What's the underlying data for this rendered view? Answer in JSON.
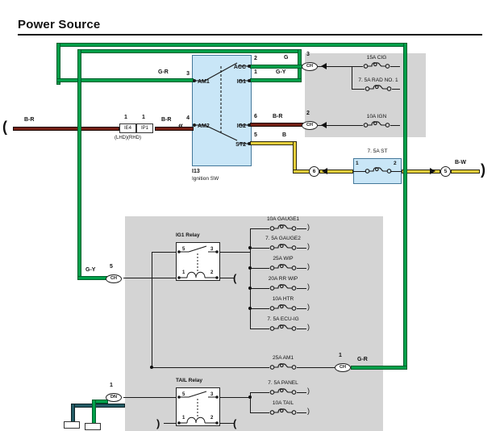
{
  "title": "Power Source",
  "colors": {
    "wire_green": "#00A04A",
    "wire_maroon": "#752015",
    "wire_yellow": "#E6CE3C",
    "wire_teal": "#255C66",
    "box_gray": "#D4D4D4",
    "box_blue": "#C9E6F7"
  },
  "ignition_switch": {
    "id": "I13",
    "name": "Ignition SW",
    "acc": "ACC",
    "ig1": "IG1",
    "ig2": "IG2",
    "st2": "ST2",
    "am1": "AM1",
    "am2": "AM2",
    "pin_acc": "2",
    "pin_ig1": "1",
    "pin_ig2": "6",
    "pin_st2": "5",
    "pin_am1": "3",
    "pin_am2": "4"
  },
  "wire_labels": {
    "battery_1": "B-R",
    "battery_2": "B-R",
    "acc": "G",
    "ig1": "G-Y",
    "ig2": "B-R",
    "st2": "B",
    "ig1_relay": "G-Y",
    "am1_out": "G-R",
    "am1_fuse": "G-R",
    "st_out": "B-W"
  },
  "connectors": {
    "ie4": "IE4",
    "ip1": "IP1",
    "ie4_pin": "1",
    "ip1_pin": "1",
    "variant": "(LHD)(RHD)",
    "ch": "CH",
    "dn": "DN",
    "ch_acc_pin": "3",
    "ch_ig2_pin": "2",
    "ch_relay_pin": "5",
    "ch_am1_pin": "1",
    "dn_pin": "1",
    "st_in": "6",
    "st_out": "5",
    "st_fuse_1": "1",
    "st_fuse_2": "2"
  },
  "fuses": {
    "cig": "15A CIG",
    "rad": "7. 5A RAD NO. 1",
    "ign": "10A IGN",
    "st": "7. 5A ST",
    "gauge1": "10A GAUGE1",
    "gauge2": "7. 5A GAUGE2",
    "wip": "25A WIP",
    "rr_wip": "20A RR WIP",
    "htr": "10A HTR",
    "ecu_ig": "7. 5A ECU-IG",
    "am1": "25A AM1",
    "panel": "7. 5A PANEL",
    "tail": "10A TAIL"
  },
  "relays": {
    "ig1": "IG1 Relay",
    "tail": "TAIL Relay",
    "pin5": "5",
    "pin3": "3",
    "pin1": "1",
    "pin2": "2"
  },
  "symbols": {
    "break_left": "(",
    "break_right": ")",
    "double_arrow": "«"
  }
}
